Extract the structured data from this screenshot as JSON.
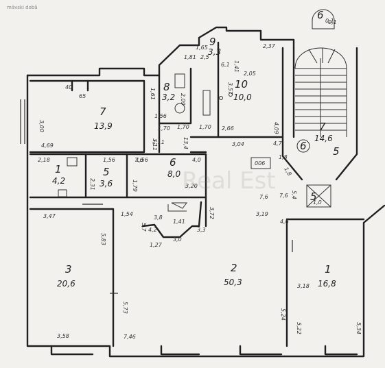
{
  "header_text": "mävski dobâ",
  "watermark": "Real Est",
  "rooms": [
    {
      "number": "7",
      "area": "13,9"
    },
    {
      "number": "8",
      "area": "3,2"
    },
    {
      "number": "9",
      "area": "3,3"
    },
    {
      "number": "10",
      "area": "10,0"
    },
    {
      "number": "1",
      "area": "4,2"
    },
    {
      "number": "5",
      "area": "3,6"
    },
    {
      "number": "6",
      "area": "8,0"
    },
    {
      "number": "3",
      "area": "20,6"
    },
    {
      "number": "2",
      "area": "50,3"
    },
    {
      "number": "1",
      "area": "16,8"
    },
    {
      "number": "7",
      "area": "14,6"
    },
    {
      "number": "6",
      "area": "0,1"
    },
    {
      "number": "5",
      "area": "1,0"
    }
  ],
  "markers": {
    "stair_circle": "6",
    "stair_right": "5",
    "box_label": "006"
  },
  "dims": [
    "65",
    "40",
    "3,00",
    "4,69",
    "2,18",
    "1,56",
    "2,31",
    "1,56",
    "3,47",
    "5,83",
    "3,58",
    "1,61",
    "1,56",
    "2,09",
    "1,70",
    "3,11",
    "3,57",
    "13,4",
    "1,70",
    "2,66",
    "3,04",
    "4,09",
    "2,37",
    "2,05",
    "1,41",
    "1,65",
    "1,81",
    "2,5",
    "6,1",
    "7,6",
    "4,0",
    "1,79",
    "3,20",
    "3,72",
    "7,6",
    "1,54",
    "5,7",
    "1,41",
    "3,8",
    "3,0",
    "4,2",
    "3,3",
    "1,27",
    "5,73",
    "7,46",
    "3,19",
    "4,6",
    "5,24",
    "7,6",
    "5,4",
    "1,8",
    "3,18",
    "5,22",
    "5,34",
    "0,1",
    "1,8",
    "4,7",
    "1,11",
    "1,70"
  ]
}
